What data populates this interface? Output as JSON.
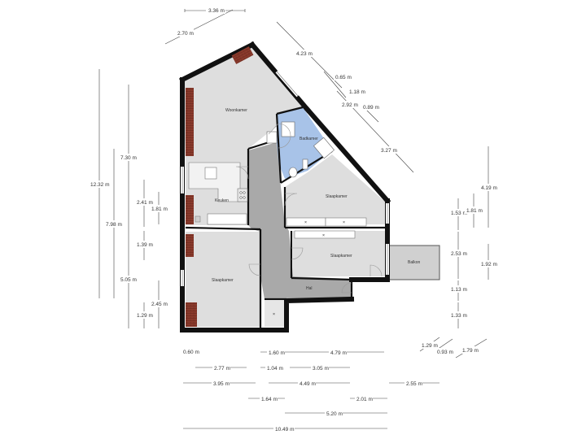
{
  "rooms": {
    "woonkamer": "Woonkamer",
    "badkamer": "Badkamer",
    "keuken": "Keuken",
    "slaapkamer_1": "Slaapkamer",
    "slaapkamer_2": "Slaapkamer",
    "slaapkamer_3": "Slaapkamer",
    "hal": "Hal",
    "balkon": "Balkon"
  },
  "dimensions": {
    "top_width": "3.36 m",
    "top_diag": "2.70 m",
    "diag_423": "4.23 m",
    "diag_065": "0.65 m",
    "diag_118": "1.18 m",
    "diag_292": "2.92 m",
    "diag_089": "0.89 m",
    "diag_327": "3.27 m",
    "left_1232": "12.32 m",
    "left_730": "7.30 m",
    "left_798": "7.98 m",
    "left_241": "2.41 m",
    "left_181": "1.81 m",
    "left_139": "1.39 m",
    "left_505": "5.05 m",
    "left_245": "2.45 m",
    "left_129": "1.29 m",
    "right_419": "4.19 m",
    "right_153": "1.53 m",
    "right_181": "1.81 m",
    "right_253": "2.53 m",
    "right_192": "1.92 m",
    "right_113": "1.13 m",
    "right_133": "1.33 m",
    "br_129": "1.29 m",
    "br_093": "0.93 m",
    "br_179": "1.79 m",
    "b_060": "0.60 m",
    "b_160": "1.60 m",
    "b_479": "4.79 m",
    "b_277": "2.77 m",
    "b_104": "1.04 m",
    "b_305": "3.05 m",
    "b_395": "3.95 m",
    "b_449": "4.49 m",
    "b_255": "2.55 m",
    "b_164": "1.64 m",
    "b_201": "2.01 m",
    "b_520": "5.20 m",
    "b_1049": "10.49 m"
  },
  "colors": {
    "room_fill": "#dedede",
    "hall_fill": "#a9a9a9",
    "bath_fill": "#a8c3e8",
    "wall": "#111111",
    "brick": "#8a3a2c"
  }
}
